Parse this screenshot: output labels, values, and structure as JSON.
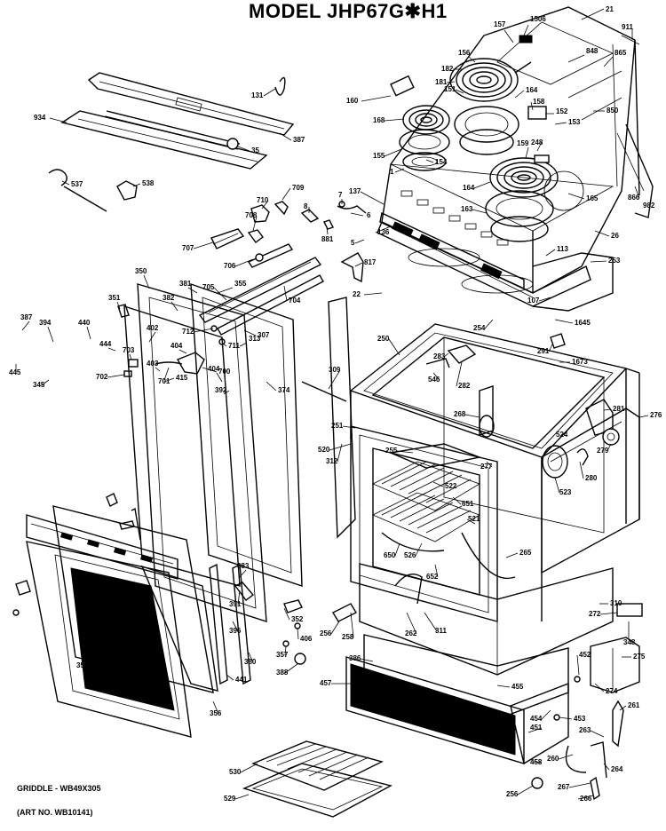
{
  "title": "MODEL JHP67G✱H1",
  "footnotes": {
    "griddle": "GRIDDLE - WB49X305",
    "art_no": "(ART NO. WB10141)"
  },
  "callouts": [
    {
      "id": "c21",
      "label": "21"
    },
    {
      "id": "c911",
      "label": "911"
    },
    {
      "id": "c1506",
      "label": "1506"
    },
    {
      "id": "c157",
      "label": "157"
    },
    {
      "id": "c848",
      "label": "848"
    },
    {
      "id": "c865",
      "label": "865"
    },
    {
      "id": "c182",
      "label": "182"
    },
    {
      "id": "c181",
      "label": "181"
    },
    {
      "id": "c156",
      "label": "156"
    },
    {
      "id": "c151",
      "label": "151"
    },
    {
      "id": "c160",
      "label": "160"
    },
    {
      "id": "c164a",
      "label": "164"
    },
    {
      "id": "c158",
      "label": "158"
    },
    {
      "id": "c152",
      "label": "152"
    },
    {
      "id": "c153",
      "label": "153"
    },
    {
      "id": "c850",
      "label": "850"
    },
    {
      "id": "c168",
      "label": "168"
    },
    {
      "id": "c248",
      "label": "248"
    },
    {
      "id": "c155",
      "label": "155"
    },
    {
      "id": "c154",
      "label": "154"
    },
    {
      "id": "c159",
      "label": "159"
    },
    {
      "id": "c1",
      "label": "1"
    },
    {
      "id": "c164b",
      "label": "164"
    },
    {
      "id": "c165",
      "label": "165"
    },
    {
      "id": "c866",
      "label": "866"
    },
    {
      "id": "c982",
      "label": "982"
    },
    {
      "id": "c163",
      "label": "163"
    },
    {
      "id": "c137",
      "label": "137"
    },
    {
      "id": "c7",
      "label": "7"
    },
    {
      "id": "c6",
      "label": "6"
    },
    {
      "id": "c881",
      "label": "881"
    },
    {
      "id": "c136",
      "label": "136"
    },
    {
      "id": "c5",
      "label": "5"
    },
    {
      "id": "c26",
      "label": "26"
    },
    {
      "id": "c113",
      "label": "113"
    },
    {
      "id": "c253",
      "label": "253"
    },
    {
      "id": "c817",
      "label": "817"
    },
    {
      "id": "c22",
      "label": "22"
    },
    {
      "id": "c107",
      "label": "107"
    },
    {
      "id": "c1645",
      "label": "1645"
    },
    {
      "id": "c254",
      "label": "254"
    },
    {
      "id": "c291",
      "label": "291"
    },
    {
      "id": "c1673",
      "label": "1673"
    },
    {
      "id": "c934",
      "label": "934"
    },
    {
      "id": "c131",
      "label": "131"
    },
    {
      "id": "c387a",
      "label": "387"
    },
    {
      "id": "c35",
      "label": "35"
    },
    {
      "id": "c537",
      "label": "537"
    },
    {
      "id": "c538",
      "label": "538"
    },
    {
      "id": "c710",
      "label": "710"
    },
    {
      "id": "c709",
      "label": "709"
    },
    {
      "id": "c8",
      "label": "8"
    },
    {
      "id": "c708",
      "label": "708"
    },
    {
      "id": "c707",
      "label": "707"
    },
    {
      "id": "c706",
      "label": "706"
    },
    {
      "id": "c705",
      "label": "705"
    },
    {
      "id": "c704",
      "label": "704"
    },
    {
      "id": "c712",
      "label": "712"
    },
    {
      "id": "c711",
      "label": "711"
    },
    {
      "id": "c703",
      "label": "703"
    },
    {
      "id": "c702",
      "label": "702"
    },
    {
      "id": "c701",
      "label": "701"
    },
    {
      "id": "c700",
      "label": "700"
    },
    {
      "id": "c250",
      "label": "250"
    },
    {
      "id": "c309",
      "label": "309"
    },
    {
      "id": "c283",
      "label": "283"
    },
    {
      "id": "c546",
      "label": "546"
    },
    {
      "id": "c282",
      "label": "282"
    },
    {
      "id": "c281a",
      "label": "281"
    },
    {
      "id": "c276",
      "label": "276"
    },
    {
      "id": "c268",
      "label": "268"
    },
    {
      "id": "c251",
      "label": "251"
    },
    {
      "id": "c524",
      "label": "524"
    },
    {
      "id": "c279",
      "label": "279"
    },
    {
      "id": "c520",
      "label": "520"
    },
    {
      "id": "c255",
      "label": "255"
    },
    {
      "id": "c277",
      "label": "277"
    },
    {
      "id": "c312",
      "label": "312"
    },
    {
      "id": "c522",
      "label": "522"
    },
    {
      "id": "c280",
      "label": "280"
    },
    {
      "id": "c523",
      "label": "523"
    },
    {
      "id": "c651",
      "label": "651"
    },
    {
      "id": "c521",
      "label": "521"
    },
    {
      "id": "c650",
      "label": "650"
    },
    {
      "id": "c526",
      "label": "526"
    },
    {
      "id": "c265",
      "label": "265"
    },
    {
      "id": "c652",
      "label": "652"
    },
    {
      "id": "c310",
      "label": "310"
    },
    {
      "id": "c272",
      "label": "272"
    },
    {
      "id": "c256a",
      "label": "256"
    },
    {
      "id": "c258",
      "label": "258"
    },
    {
      "id": "c262",
      "label": "262"
    },
    {
      "id": "c311",
      "label": "311"
    },
    {
      "id": "c348",
      "label": "348"
    },
    {
      "id": "c275",
      "label": "275"
    },
    {
      "id": "c386",
      "label": "386"
    },
    {
      "id": "c452",
      "label": "452"
    },
    {
      "id": "c274",
      "label": "274"
    },
    {
      "id": "c457",
      "label": "457"
    },
    {
      "id": "c455",
      "label": "455"
    },
    {
      "id": "c261",
      "label": "261"
    },
    {
      "id": "c454",
      "label": "454"
    },
    {
      "id": "c453",
      "label": "453"
    },
    {
      "id": "c451",
      "label": "451"
    },
    {
      "id": "c263",
      "label": "263"
    },
    {
      "id": "c260",
      "label": "260"
    },
    {
      "id": "c264",
      "label": "264"
    },
    {
      "id": "c458",
      "label": "458"
    },
    {
      "id": "c267",
      "label": "267"
    },
    {
      "id": "c256b",
      "label": "256"
    },
    {
      "id": "c266",
      "label": "266"
    },
    {
      "id": "c350",
      "label": "350"
    },
    {
      "id": "c381",
      "label": "381"
    },
    {
      "id": "c355",
      "label": "355"
    },
    {
      "id": "c351",
      "label": "351"
    },
    {
      "id": "c382",
      "label": "382"
    },
    {
      "id": "c307",
      "label": "307"
    },
    {
      "id": "c387b",
      "label": "387"
    },
    {
      "id": "c394",
      "label": "394"
    },
    {
      "id": "c440",
      "label": "440"
    },
    {
      "id": "c402",
      "label": "402"
    },
    {
      "id": "c313",
      "label": "313"
    },
    {
      "id": "c444",
      "label": "444"
    },
    {
      "id": "c404a",
      "label": "404"
    },
    {
      "id": "c445",
      "label": "445"
    },
    {
      "id": "c403",
      "label": "403"
    },
    {
      "id": "c374",
      "label": "374"
    },
    {
      "id": "c345",
      "label": "345"
    },
    {
      "id": "c415",
      "label": "415"
    },
    {
      "id": "c404b",
      "label": "404"
    },
    {
      "id": "c392",
      "label": "392"
    },
    {
      "id": "c391",
      "label": "391"
    },
    {
      "id": "c383",
      "label": "383"
    },
    {
      "id": "c352",
      "label": "352"
    },
    {
      "id": "c396",
      "label": "396"
    },
    {
      "id": "c406",
      "label": "406"
    },
    {
      "id": "c357",
      "label": "357"
    },
    {
      "id": "c359",
      "label": "359"
    },
    {
      "id": "c380",
      "label": "380"
    },
    {
      "id": "c388",
      "label": "388"
    },
    {
      "id": "c441",
      "label": "441"
    },
    {
      "id": "c356",
      "label": "356"
    },
    {
      "id": "c530",
      "label": "530"
    },
    {
      "id": "c529",
      "label": "529"
    }
  ]
}
